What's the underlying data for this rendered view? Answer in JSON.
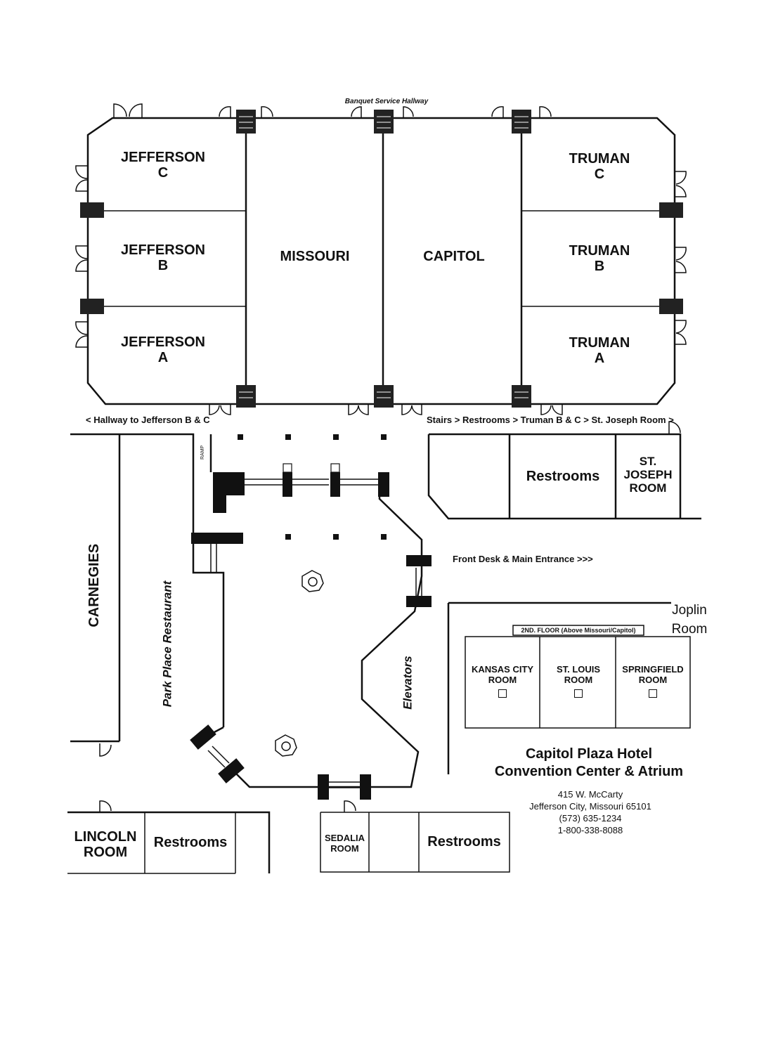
{
  "rooms": {
    "jefferson_c": [
      "JEFFERSON",
      "C"
    ],
    "jefferson_b": [
      "JEFFERSON",
      "B"
    ],
    "jefferson_a": [
      "JEFFERSON",
      "A"
    ],
    "missouri": "MISSOURI",
    "capitol": "CAPITOL",
    "truman_c": [
      "TRUMAN",
      "C"
    ],
    "truman_b": [
      "TRUMAN",
      "B"
    ],
    "truman_a": [
      "TRUMAN",
      "A"
    ],
    "restrooms_east": "Restrooms",
    "st_joseph": [
      "ST.",
      "JOSEPH",
      "ROOM"
    ],
    "carnegies": "CARNEGIES",
    "park_place": "Park Place Restaurant",
    "elevators": "Elevators",
    "joplin": [
      "Joplin",
      "Room"
    ],
    "kansas_city": [
      "KANSAS CITY",
      "ROOM"
    ],
    "st_louis": [
      "ST. LOUIS",
      "ROOM"
    ],
    "springfield": [
      "SPRINGFIELD",
      "ROOM"
    ],
    "lincoln": [
      "LINCOLN",
      "ROOM"
    ],
    "restrooms_sw": "Restrooms",
    "sedalia": [
      "SEDALIA",
      "ROOM"
    ],
    "restrooms_s": "Restrooms"
  },
  "notes": {
    "banquet_hallway": "Banquet Service Hallway",
    "hallway_jefferson": "< Hallway to Jefferson B & C",
    "stairs_route": "Stairs > Restrooms  > Truman B & C > St. Joseph Room >",
    "front_desk": "Front Desk & Main Entrance >>>",
    "ramp": "RAMP",
    "second_floor": "2ND. FLOOR (Above Missouri/Capitol)"
  },
  "hotel": {
    "name_line1": "Capitol Plaza Hotel",
    "name_line2": "Convention Center & Atrium",
    "address1": "415 W. McCarty",
    "address2": "Jefferson City, Missouri  65101",
    "phone": "(573) 635-1234",
    "tollfree": "1-800-338-8088"
  }
}
